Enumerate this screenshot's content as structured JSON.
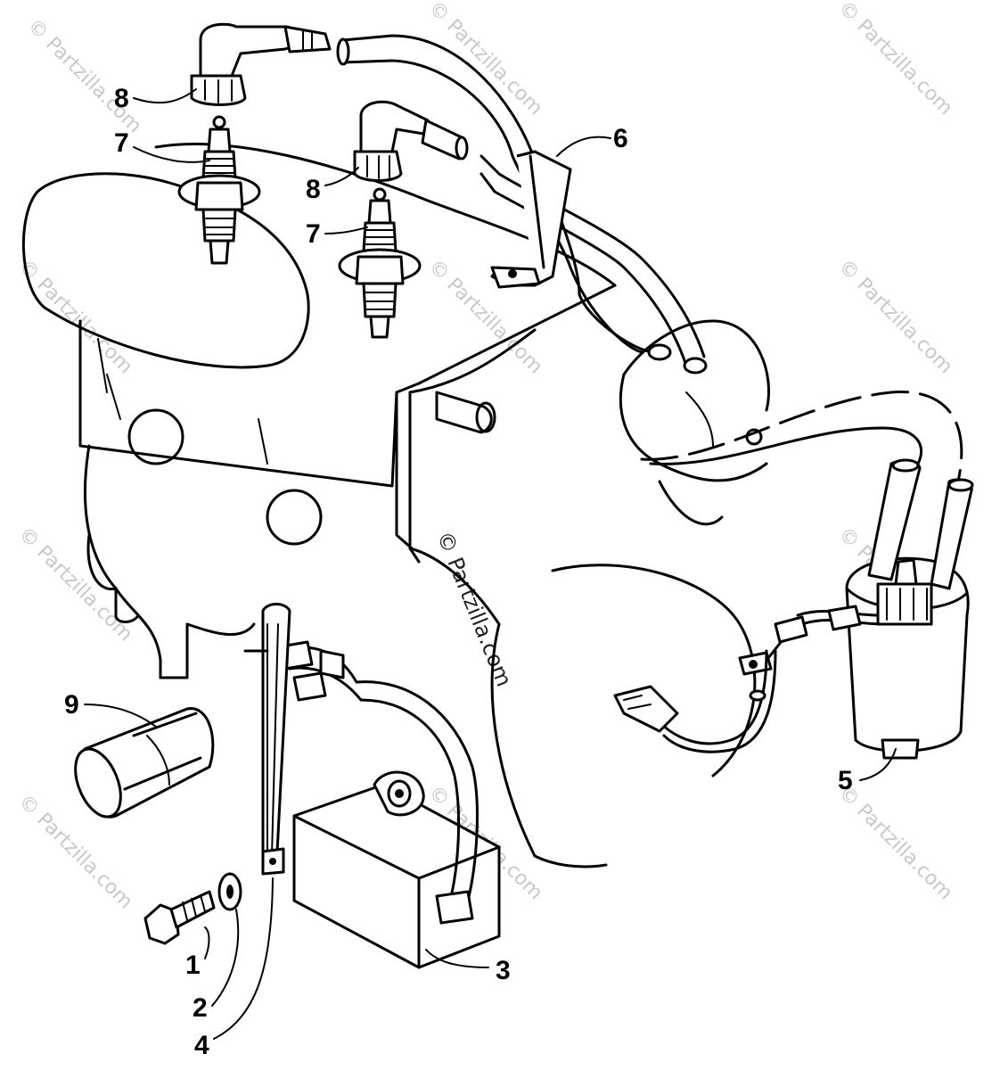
{
  "watermark": {
    "text": "© Partzilla.com",
    "center_text": "© Partzilla.com"
  },
  "callouts": {
    "c1": "1",
    "c2": "2",
    "c3": "3",
    "c4": "4",
    "c5": "5",
    "c6": "6",
    "c7a": "7",
    "c7b": "7",
    "c8a": "8",
    "c8b": "8",
    "c9": "9"
  },
  "colors": {
    "line": "#000000",
    "watermark": "#c8c8c8"
  }
}
